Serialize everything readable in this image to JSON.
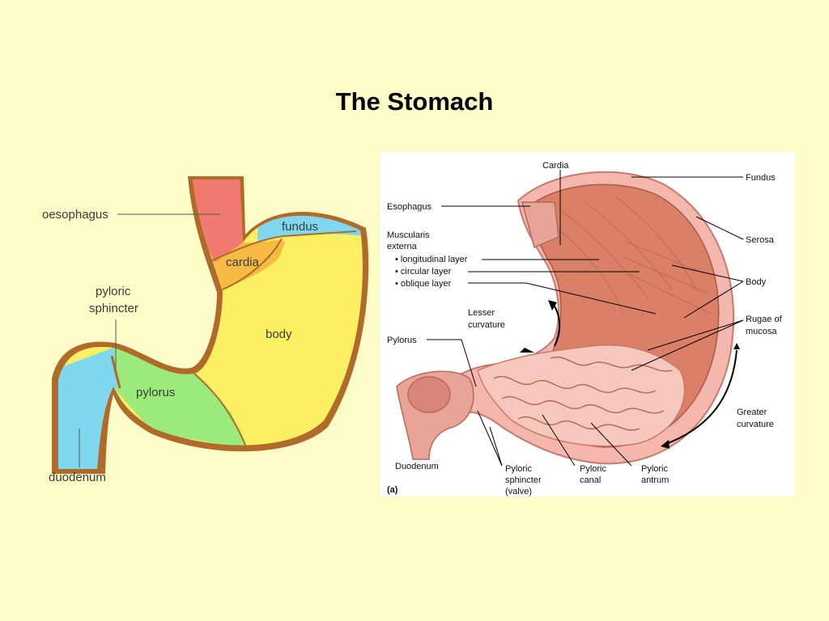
{
  "title": "The Stomach",
  "colors": {
    "background": "#fdfcc8",
    "oesophagus": "#f07a70",
    "fundus": "#7fd8f0",
    "cardia": "#f6b942",
    "body": "#fbef63",
    "pylorus": "#9bea7c",
    "duodenum": "#7fd8f0",
    "wall": "#b06a2a",
    "muscle": "#d98066",
    "mucosa": "#f3b7ad"
  },
  "simple_diagram": {
    "labels": {
      "oesophagus": "oesophagus",
      "fundus": "fundus",
      "cardia": "cardia",
      "pyloric_sphincter_line1": "pyloric",
      "pyloric_sphincter_line2": "sphincter",
      "body": "body",
      "pylorus": "pylorus",
      "duodenum": "duodenum"
    }
  },
  "detailed_diagram": {
    "labels": {
      "cardia": "Cardia",
      "fundus": "Fundus",
      "esophagus": "Esophagus",
      "serosa": "Serosa",
      "muscularis_line1": "Muscularis",
      "muscularis_line2": "externa",
      "longitudinal": "• longitudinal layer",
      "circular": "• circular layer",
      "oblique": "• oblique layer",
      "body": "Body",
      "lesser_line1": "Lesser",
      "lesser_line2": "curvature",
      "rugae_line1": "Rugae of",
      "rugae_line2": "mucosa",
      "pylorus": "Pylorus",
      "greater_line1": "Greater",
      "greater_line2": "curvature",
      "duodenum": "Duodenum",
      "pyloric_sphincter_line1": "Pyloric",
      "pyloric_sphincter_line2": "sphincter",
      "pyloric_sphincter_line3": "(valve)",
      "pyloric_canal_line1": "Pyloric",
      "pyloric_canal_line2": "canal",
      "pyloric_antrum_line1": "Pyloric",
      "pyloric_antrum_line2": "antrum",
      "figure_tag": "(a)"
    }
  }
}
